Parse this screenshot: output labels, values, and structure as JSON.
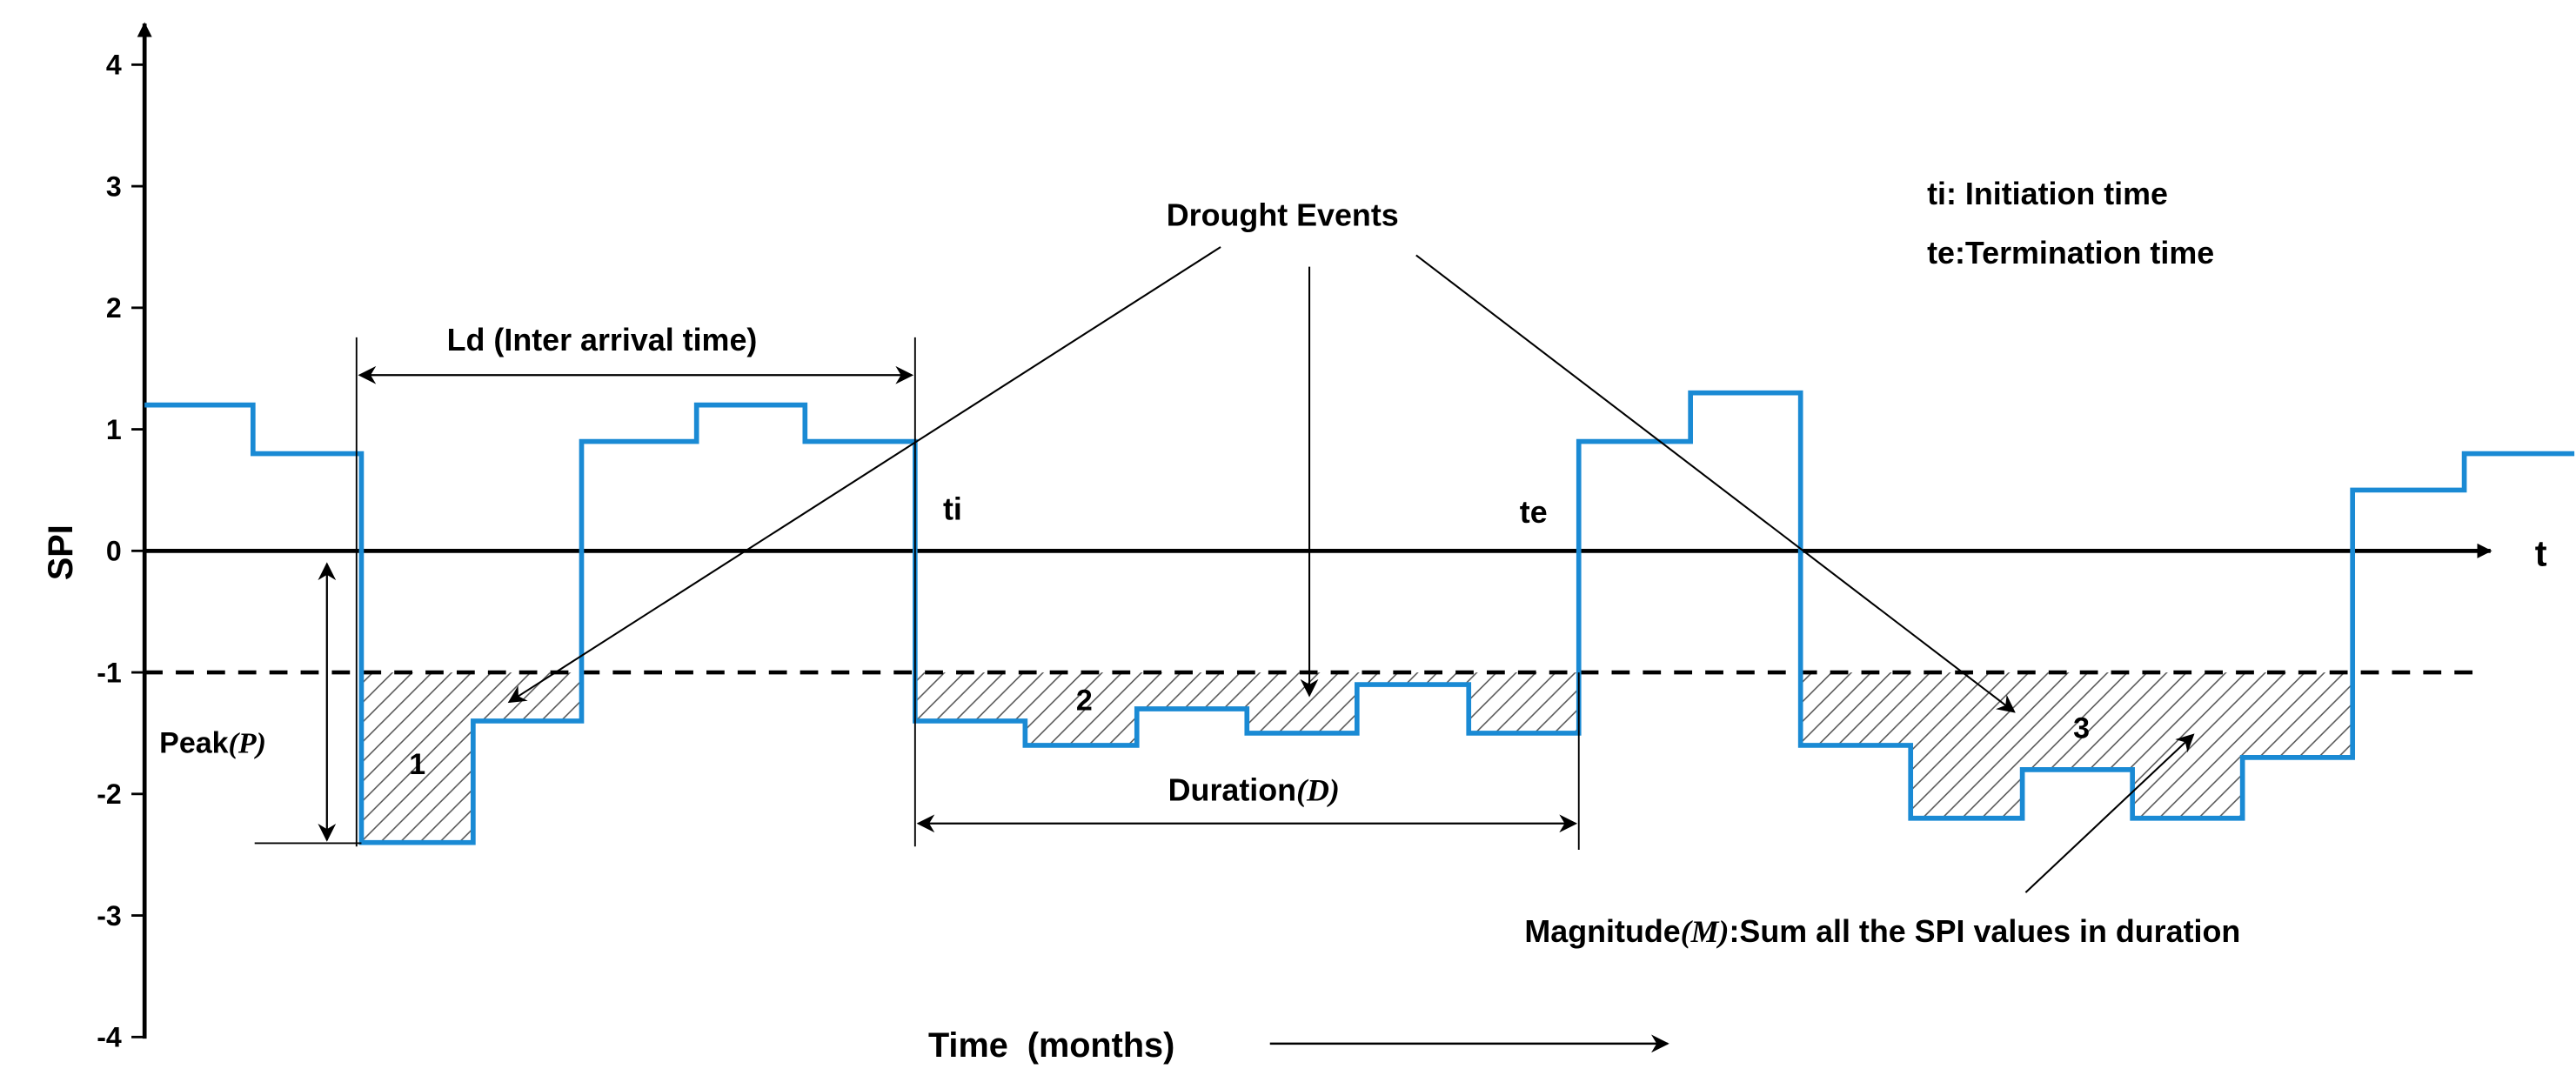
{
  "y_axis": {
    "label": "SPI",
    "ticks": [
      "4",
      "3",
      "2",
      "1",
      "0",
      "-1",
      "-2",
      "-3",
      "-4"
    ],
    "range": [
      -4,
      4
    ]
  },
  "x_axis": {
    "label": "Time  (months)",
    "end_label": "t"
  },
  "threshold_spi": -1,
  "spi_steps": [
    {
      "start": 0,
      "value": 1.2
    },
    {
      "start": 1,
      "value": 0.8
    },
    {
      "start": 2,
      "value": -2.4
    },
    {
      "start": 3,
      "value": -1.4
    },
    {
      "start": 4,
      "value": 0.9
    },
    {
      "start": 5,
      "value": 1.2
    },
    {
      "start": 6,
      "value": 0.9
    },
    {
      "start": 7,
      "value": -1.4
    },
    {
      "start": 8,
      "value": -1.6
    },
    {
      "start": 9,
      "value": -1.3
    },
    {
      "start": 10,
      "value": -1.5
    },
    {
      "start": 11,
      "value": -1.1
    },
    {
      "start": 12,
      "value": -1.5
    },
    {
      "start": 13,
      "value": 0.9
    },
    {
      "start": 14,
      "value": 1.3
    },
    {
      "start": 15,
      "value": -1.6
    },
    {
      "start": 16,
      "value": -2.2
    },
    {
      "start": 17,
      "value": -1.8
    },
    {
      "start": 18,
      "value": -2.2
    },
    {
      "start": 19,
      "value": -1.7
    },
    {
      "start": 20,
      "value": 0.5
    },
    {
      "start": 21,
      "value": 0.8
    }
  ],
  "labels": {
    "drought_events": "Drought Events",
    "legend_ti": "ti: Initiation time",
    "legend_te": "te:Termination time",
    "ld": "Ld (Inter arrival time)",
    "ti": "ti",
    "te": "te",
    "peak_text": "Peak",
    "peak_symbol": "(P)",
    "duration_text": "Duration",
    "duration_symbol": "(D)",
    "magnitude_text": "Magnitude",
    "magnitude_symbol": "(M)",
    "magnitude_rest": ":Sum all the SPI values in duration",
    "event_1": "1",
    "event_2": "2",
    "event_3": "3"
  },
  "colors": {
    "spi_line": "#1a8ad4",
    "axes": "#000000",
    "hatch": "#555555"
  }
}
